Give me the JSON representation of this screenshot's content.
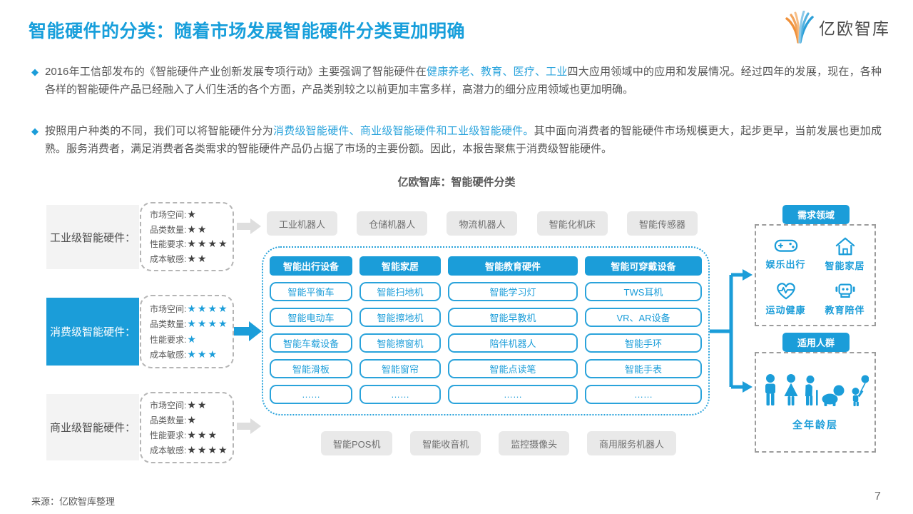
{
  "colors": {
    "accent": "#1b9dd9",
    "highlight_text": "#29a3dc",
    "gray_box": "#e9e9e9"
  },
  "page": {
    "title": "智能硬件的分类：随着市场发展智能硬件分类更加明确",
    "source": "来源：亿欧智库整理",
    "page_number": "7"
  },
  "logo": {
    "text": "亿欧智库"
  },
  "intro": {
    "bullet_glyph": "◆",
    "bullet1": {
      "pre": "2016年工信部发布的《智能硬件产业创新发展专项行动》主要强调了智能硬件在",
      "highlight": "健康养老、教育、医疗、工业",
      "post": "四大应用领域中的应用和发展情况。经过四年的发展，现在，各种各样的智能硬件产品已经融入了人们生活的各个方面，产品类别较之以前更加丰富多样，高潜力的细分应用领域也更加明确。"
    },
    "bullet2": {
      "pre": "按照用户种类的不同，我们可以将智能硬件分为",
      "highlight": "消费级智能硬件、商业级智能硬件和工业级智能硬件。",
      "post": "其中面向消费者的智能硬件市场规模更大，起步更早，当前发展也更加成熟。服务消费者，满足消费者各类需求的智能硬件产品仍占据了市场的主要份额。因此，本报告聚焦于消费级智能硬件。"
    }
  },
  "diagram": {
    "caption": "亿欧智库：智能硬件分类",
    "left_groups": [
      {
        "name": "工业级智能硬件：",
        "stats": [
          {
            "label": "市场空间:",
            "stars": "★"
          },
          {
            "label": "品类数量:",
            "stars": "★★"
          },
          {
            "label": "性能要求:",
            "stars": "★★★★"
          },
          {
            "label": "成本敏感:",
            "stars": "★★"
          }
        ]
      },
      {
        "name": "消费级智能硬件：",
        "stats": [
          {
            "label": "市场空间:",
            "stars": "★★★★"
          },
          {
            "label": "品类数量:",
            "stars": "★★★★"
          },
          {
            "label": "性能要求:",
            "stars": "★"
          },
          {
            "label": "成本敏感:",
            "stars": "★★★"
          }
        ]
      },
      {
        "name": "商业级智能硬件：",
        "stats": [
          {
            "label": "市场空间:",
            "stars": "★★"
          },
          {
            "label": "品类数量:",
            "stars": "★"
          },
          {
            "label": "性能要求:",
            "stars": "★★★"
          },
          {
            "label": "成本敏感:",
            "stars": "★★★★"
          }
        ]
      }
    ],
    "industrial_products": [
      "工业机器人",
      "仓储机器人",
      "物流机器人",
      "智能化机床",
      "智能传感器"
    ],
    "commercial_products": [
      "智能POS机",
      "智能收音机",
      "监控摄像头",
      "商用服务机器人"
    ],
    "consumer_grid": {
      "columns": [
        {
          "header": "智能出行设备",
          "items": [
            "智能平衡车",
            "智能电动车",
            "智能车载设备",
            "智能滑板",
            "……"
          ]
        },
        {
          "header": "智能家居",
          "items": [
            "智能扫地机",
            "智能擦地机",
            "智能擦窗机",
            "智能窗帘",
            "……"
          ]
        },
        {
          "header": "智能教育硬件",
          "items": [
            "智能学习灯",
            "智能早教机",
            "陪伴机器人",
            "智能点读笔",
            "……"
          ]
        },
        {
          "header": "智能可穿戴设备",
          "items": [
            "TWS耳机",
            "VR、AR设备",
            "智能手环",
            "智能手表",
            "……"
          ]
        }
      ]
    },
    "right": {
      "demand_title": "需求领域",
      "demand_items": [
        {
          "label": "娱乐出行",
          "icon": "gamepad-icon"
        },
        {
          "label": "智能家居",
          "icon": "home-icon"
        },
        {
          "label": "运动健康",
          "icon": "heart-pulse-icon"
        },
        {
          "label": "教育陪伴",
          "icon": "robot-icon"
        }
      ],
      "audience_title": "适用人群",
      "audience_label": "全年龄层",
      "audience_icons": [
        "man-icon",
        "woman-icon",
        "elderly-cane-icon",
        "baby-icon",
        "child-balloon-icon"
      ]
    }
  }
}
